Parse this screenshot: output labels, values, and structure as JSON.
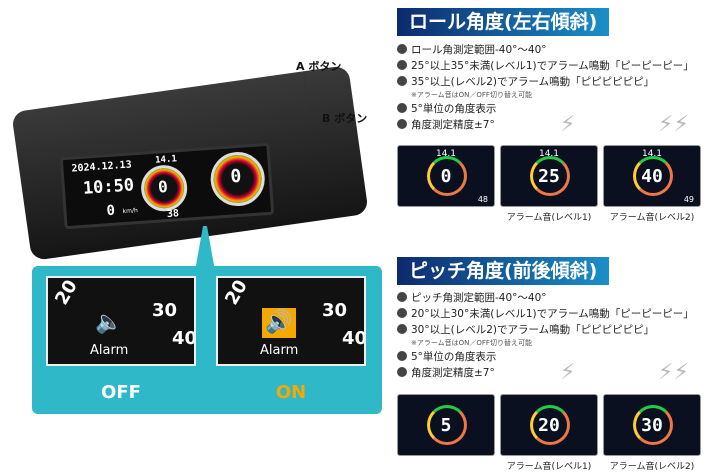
{
  "device": {
    "button_a": "A ボタン",
    "button_b": "B ボタン",
    "screen": {
      "date": "2024.12.13",
      "time": "10:50",
      "speed": "0",
      "speed_unit": "km/h",
      "voltage": "14.1",
      "roll": "0",
      "pitch": "0",
      "temp": "38"
    }
  },
  "callout": {
    "off": {
      "state": "OFF",
      "alarm": "Alarm",
      "scale": [
        "20",
        "30",
        "40"
      ]
    },
    "on": {
      "state": "ON",
      "alarm": "Alarm",
      "scale": [
        "20",
        "30",
        "40"
      ]
    },
    "colors": {
      "bg": "#2eb8c8",
      "off": "#ffffff",
      "on": "#f5a800"
    }
  },
  "roll": {
    "title": "ロール角度(左右傾斜)",
    "bullets": [
      "ロール角測定範囲-40°〜40°",
      "25°以上35°未満(レベル1)でアラーム鳴動「ピーピーピー」",
      "35°以上(レベル2)でアラーム鳴動「ピピピピピピ」"
    ],
    "note": "※アラーム音はON／OFF切り替え可能",
    "bullets2": [
      "5°単位の角度表示",
      "角度測定精度±7°"
    ],
    "thumbs": [
      {
        "voltage": "14.1",
        "value": "0",
        "right": "48",
        "caption": ""
      },
      {
        "voltage": "14.1",
        "value": "25",
        "right": "",
        "caption": "アラーム音(レベル1)"
      },
      {
        "voltage": "14.1",
        "value": "40",
        "right": "49",
        "caption": "アラーム音(レベル2)"
      }
    ]
  },
  "pitch": {
    "title": "ピッチ角度(前後傾斜)",
    "bullets": [
      "ピッチ角測定範囲-40°〜40°",
      "20°以上30°未満(レベル1)でアラーム鳴動「ピーピーピー」",
      "30°以上(レベル2)でアラーム鳴動「ピピピピピピ」"
    ],
    "note": "※アラーム音はON／OFF切り替え可能",
    "bullets2": [
      "5°単位の角度表示",
      "角度測定精度±7°"
    ],
    "thumbs": [
      {
        "value": "5",
        "caption": ""
      },
      {
        "value": "20",
        "caption": "アラーム音(レベル1)"
      },
      {
        "value": "30",
        "caption": "アラーム音(レベル2)"
      }
    ]
  }
}
